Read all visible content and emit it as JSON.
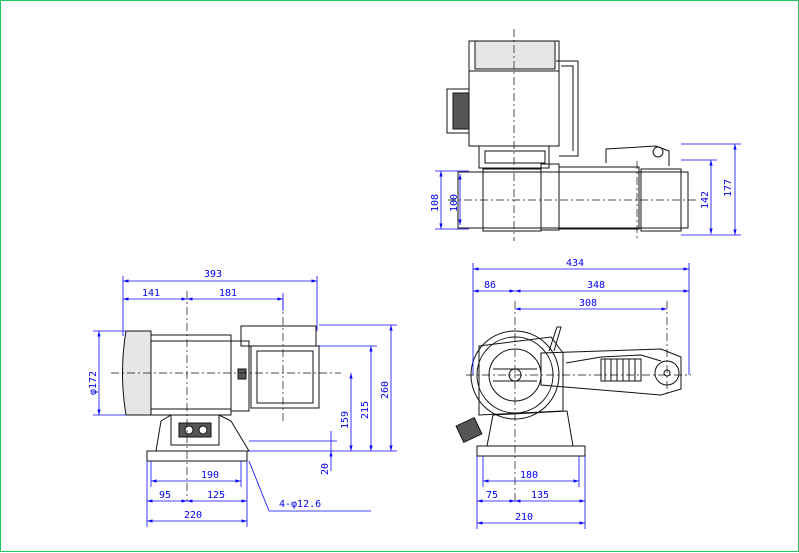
{
  "dimensions": {
    "top_view": {
      "h108": "108",
      "h100": "100",
      "h142": "142",
      "h177": "177"
    },
    "front_view": {
      "w393": "393",
      "w141": "141",
      "w181": "181",
      "dia172": "φ172",
      "h159": "159",
      "h215": "215",
      "h260": "260",
      "h20": "20",
      "w190": "190",
      "w95": "95",
      "w125": "125",
      "w220": "220",
      "holes": "4-φ12.6"
    },
    "side_view": {
      "w434": "434",
      "w86": "86",
      "w348": "348",
      "w308": "308",
      "w180": "180",
      "w75": "75",
      "w135": "135",
      "w210": "210"
    }
  },
  "colors": {
    "line": "#111111",
    "dimension": "#0000ee",
    "border": "#22c55e"
  }
}
